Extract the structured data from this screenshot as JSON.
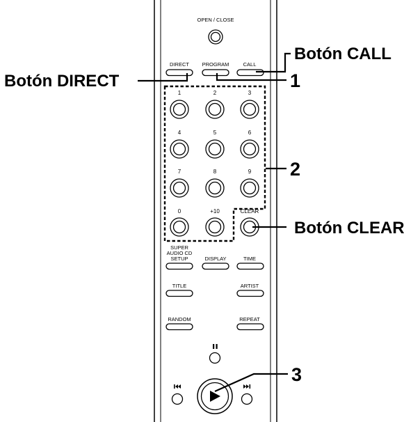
{
  "remote": {
    "open_close": "OPEN / CLOSE",
    "direct": "DIRECT",
    "program": "PROGRAM",
    "call": "CALL",
    "numpad": [
      "1",
      "2",
      "3",
      "4",
      "5",
      "6",
      "7",
      "8",
      "9",
      "0",
      "+10"
    ],
    "clear": "CLEAR",
    "sacd_setup": [
      "SUPER",
      "AUDIO CD",
      "SETUP"
    ],
    "display": "DISPLAY",
    "time": "TIME",
    "title": "TITLE",
    "artist": "ARTIST",
    "random": "RANDOM",
    "repeat": "REPEAT",
    "pause_icon": "pause-icon",
    "play_icon": "play-icon",
    "prev_icon": "skip-previous-icon",
    "next_icon": "skip-next-icon"
  },
  "callouts": {
    "call_button": "Botón CALL",
    "direct_button": "Botón DIRECT",
    "clear_button": "Botón CLEAR",
    "num1": "1",
    "num2": "2",
    "num3": "3"
  }
}
